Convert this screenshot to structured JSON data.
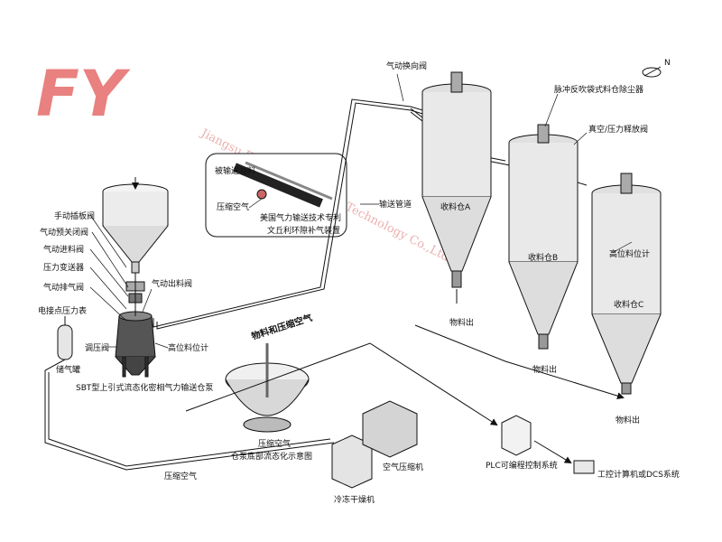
{
  "logo": {
    "text": "FY",
    "color": "#e8817f"
  },
  "watermark": "Jiangsu Fengye Machinery Technology Co.,Ltd.",
  "labels": {
    "manual_gate_valve": "手动插板阀",
    "pneumatic_pre_shutoff": "气动预关闭阀",
    "pneumatic_feed_valve": "气动进料阀",
    "pressure_transmitter": "压力变送器",
    "pneumatic_vent_valve": "气动排气阀",
    "pneumatic_discharge_valve": "气动出料阀",
    "contact_pressure_gauge": "电接点压力表",
    "pressure_regulator": "调压阀",
    "gas_tank": "储气罐",
    "high_level_meter_pump": "高位料位计",
    "pump_name": "SBT型上引式流态化密相气力输送仓泵",
    "conveyed_material": "被输送物料",
    "compressed_air_inset": "压缩空气",
    "us_patent": "美国气力输送技术专利",
    "venturi": "文丘利环隙补气装置",
    "material_and_air": "物料和压缩空气",
    "pipeline": "输送管道",
    "diverter_valve": "气动换向阀",
    "dust_collector": "脉冲反吹袋式料仓除尘器",
    "vacuum_valve": "真空/压力释放阀",
    "high_level_meter_silo": "高位料位计",
    "silo_a": "收料仓A",
    "silo_b": "收料仓B",
    "silo_c": "收料仓C",
    "out_a": "物料出",
    "out_b": "物料出",
    "out_c": "物料出",
    "fluidization_compressed_air": "压缩空气",
    "fluidization_caption": "仓泵底部流态化示意图",
    "compressed_air_main": "压缩空气",
    "refrigerated_dryer": "冷冻干燥机",
    "air_compressor": "空气压缩机",
    "plc_system": "PLC可编程控制系统",
    "ipc_dcs": "工控计算机或DCS系统",
    "north": "N"
  }
}
